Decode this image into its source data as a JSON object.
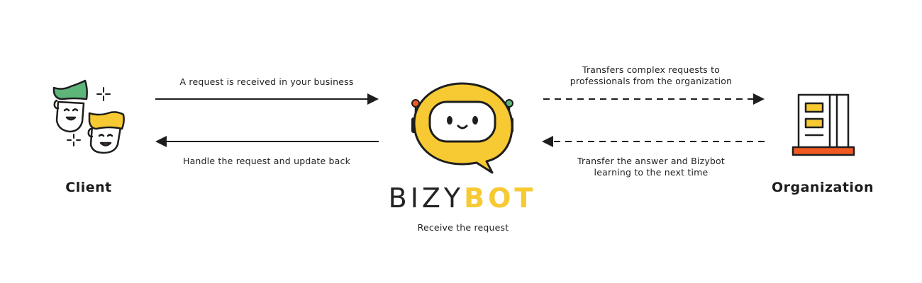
{
  "nodes": {
    "client": "Client",
    "organization": "Organization"
  },
  "brand": {
    "part1": "BIZY",
    "part2": "BOT",
    "caption": "Receive the request"
  },
  "flows": {
    "client_to_bot": "A request is received in your business",
    "bot_to_client": "Handle the request and update back",
    "bot_to_org_line1": "Transfers complex requests to",
    "bot_to_org_line2": "professionals from the organization",
    "org_to_bot_line1": "Transfer the answer and Bizybot",
    "org_to_bot_line2": "learning to the next time"
  },
  "colors": {
    "bot_yellow": "#f7c932",
    "client_green": "#5db57a",
    "client_yellow": "#f7c932",
    "org_orange": "#f05a22",
    "org_yellow": "#f7c932",
    "stroke": "#1e1e1e"
  }
}
